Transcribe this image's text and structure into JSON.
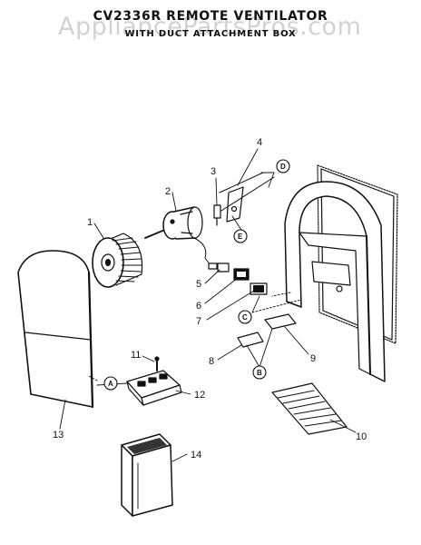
{
  "watermark": "AppliancePartsPros.com",
  "title": "CV2336R REMOTE VENTILATOR",
  "subtitle": "WITH DUCT ATTACHMENT BOX",
  "part_labels": [
    "1",
    "2",
    "3",
    "4",
    "5",
    "6",
    "7",
    "8",
    "9",
    "10",
    "11",
    "12",
    "13",
    "14"
  ],
  "callouts": [
    "A",
    "B",
    "C",
    "D",
    "E"
  ]
}
